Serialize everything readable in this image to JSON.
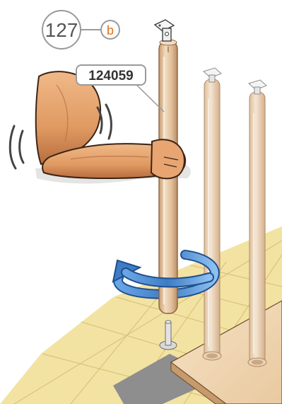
{
  "step_number": "127",
  "step_substep": "b",
  "part_code": "124059",
  "colors": {
    "leg_light": "#ecd3b4",
    "leg_mid": "#d9b48c",
    "leg_dark": "#b88c64",
    "skin": "#e3a673",
    "skin_shadow": "#b86f43",
    "skin_outline": "#3b2416",
    "rotate_arrow": "#3f7fc7",
    "rotate_arrow_dark": "#1f4f8f",
    "floor_tile": "#f3e3a2",
    "floor_grout": "#c9b578",
    "board_top": "#f3d9b5",
    "board_edge": "#c79a6b",
    "gap_grey": "#8e8e8e",
    "substep_orange": "#e8701a",
    "badge_grey": "#999999"
  },
  "icons": {
    "rotation": "clockwise-rotation-arrow",
    "effort": "motion-lines"
  }
}
